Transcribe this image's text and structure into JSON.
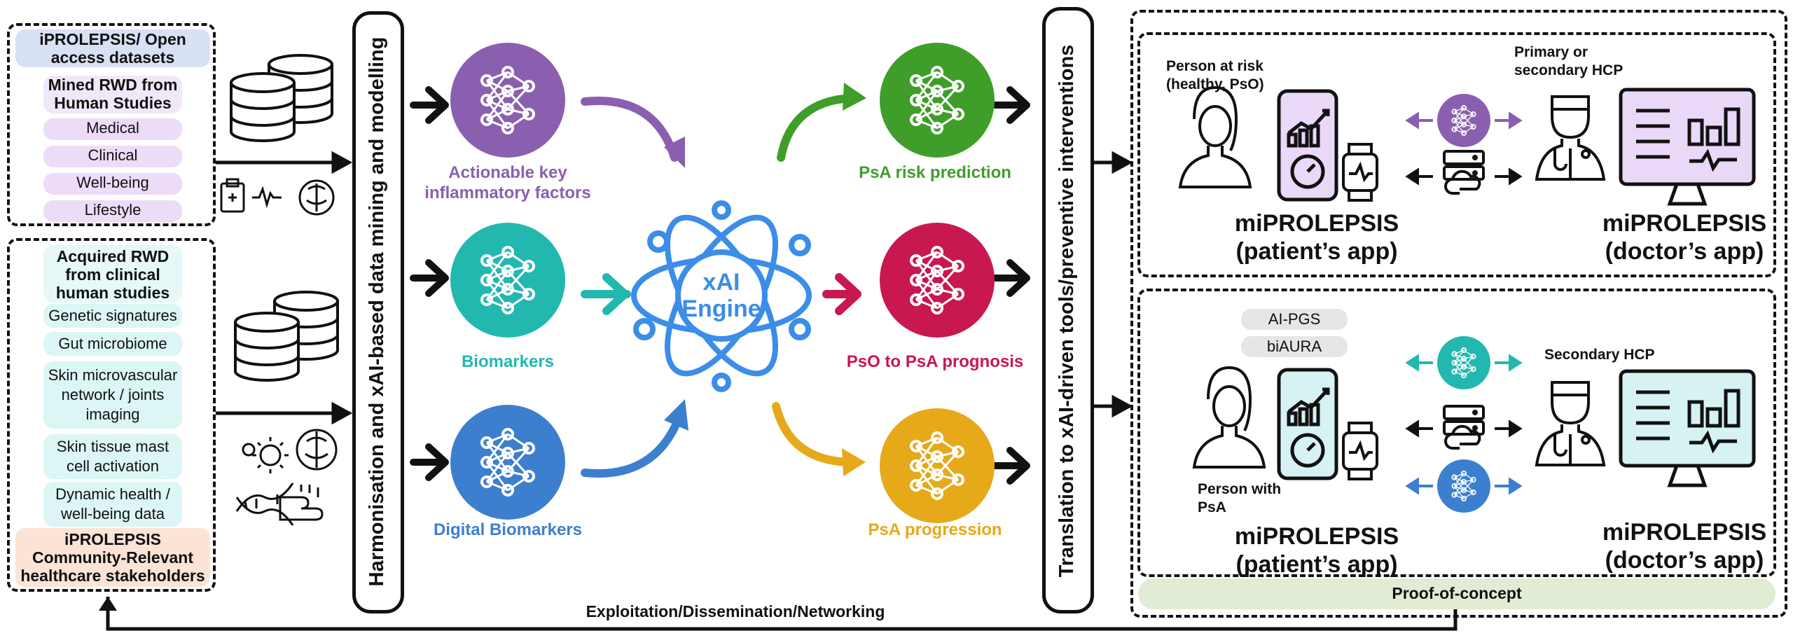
{
  "colors": {
    "purple": "#8a5fb0",
    "teal": "#22b8b0",
    "blue": "#3d7fcf",
    "green": "#3f9e2a",
    "crimson": "#c9174f",
    "amber": "#e5a91a",
    "engine": "#3b8de8"
  },
  "box1": {
    "header": "iPROLEPSIS/ Open access datasets",
    "subheader": "Mined RWD from Human Studies",
    "items": [
      "Medical",
      "Clinical",
      "Well-being",
      "Lifestyle"
    ]
  },
  "box2": {
    "header": "Acquired RWD from clinical human studies",
    "items": [
      "Genetic signatures",
      "Gut microbiome",
      "Skin microvascular network / joints imaging",
      "Skin tissue mast cell activation",
      "Dynamic health / well-being data"
    ],
    "footer": "iPROLEPSIS Community-Relevant healthcare stakeholders"
  },
  "bar1": "Harmonisation and xAI-based data mining and modelling",
  "bar2": "Translation to xAI-driven tools/preventive interventions",
  "factors": [
    "Actionable key inflammatory factors",
    "Biomarkers",
    "Digital Biomarkers"
  ],
  "engine": "xAI Engine",
  "outputs": [
    "PsA risk prediction",
    "PsO to PsA prognosis",
    "PsA progression"
  ],
  "poc_top": {
    "person": "Person at risk (healthy, PsO)",
    "hcp": "Primary or secondary HCP",
    "patient_app": "miPROLEPSIS (patient’s app)",
    "doctor_app": "miPROLEPSIS (doctor’s app)"
  },
  "poc_bottom": {
    "tags": [
      "AI-PGS",
      "biAURA"
    ],
    "person": "Person with PsA",
    "hcp": "Secondary HCP",
    "patient_app": "miPROLEPSIS (patient’s app)",
    "doctor_app": "miPROLEPSIS (doctor’s app)"
  },
  "poc_label": "Proof-of-concept",
  "feedback_label": "Exploitation/Dissemination/Networking",
  "icons": [
    "database-icon",
    "clipboard-icon",
    "heartbeat-icon",
    "brain-icon",
    "virus-icon",
    "dna-icon",
    "hand-icon",
    "neural-net-icon",
    "atom-icon",
    "person-icon",
    "doctor-icon",
    "phone-icon",
    "watch-icon",
    "monitor-icon",
    "server-cloud-icon"
  ]
}
